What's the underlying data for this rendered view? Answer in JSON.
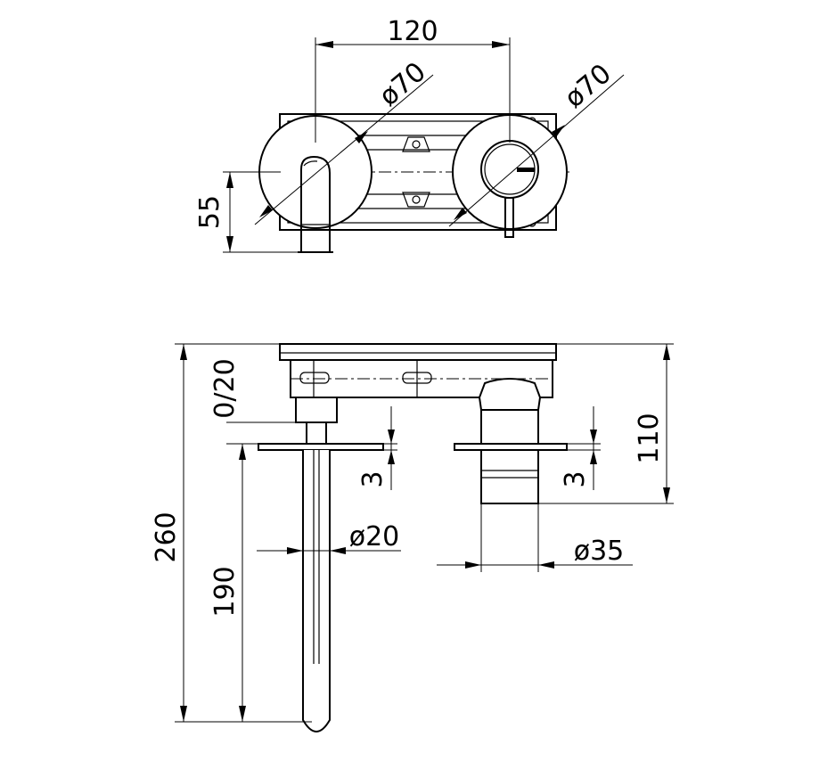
{
  "drawing": {
    "dimensions": {
      "top_width": "120",
      "left_diameter": "ø70",
      "right_diameter": "ø70",
      "top_height": "55",
      "overall_length": "260",
      "spout_length": "190",
      "adjustment": "0/20",
      "spout_plate_gap": "3",
      "handle_plate_gap": "3",
      "spout_diameter": "ø20",
      "handle_diameter": "ø35",
      "body_depth": "110"
    }
  }
}
